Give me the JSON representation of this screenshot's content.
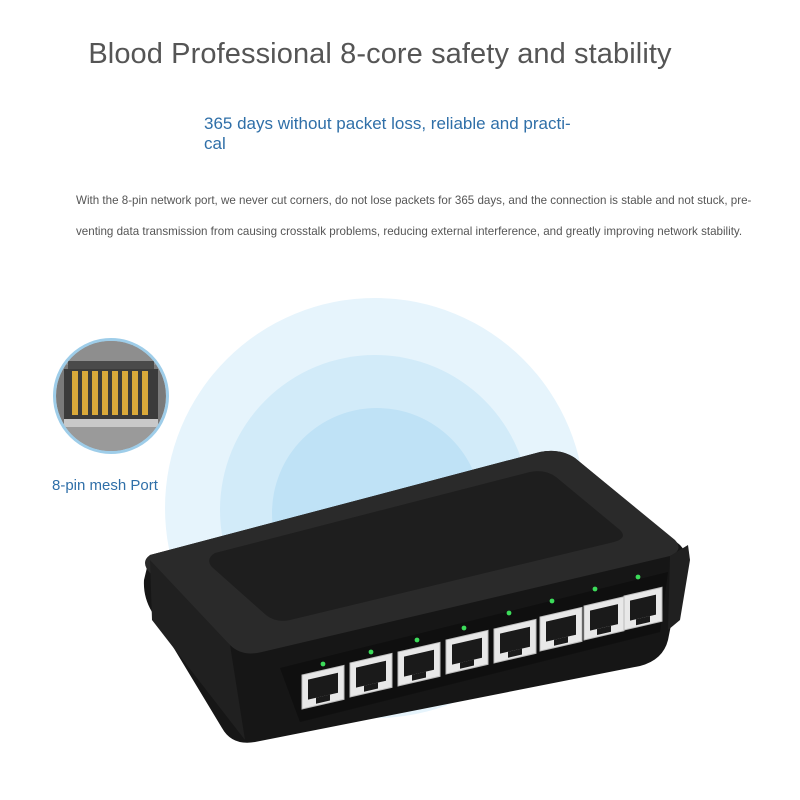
{
  "headline": "Blood Professional 8-core safety and stability",
  "subheadline": {
    "line1": "365 days without packet loss, reliable and practi-",
    "line2": "cal"
  },
  "body": {
    "line1": "With the 8-pin network port, we never cut corners, do not lose packets for 365 days, and the connection is stable and not stuck, pre-",
    "line2": "venting data transmission from causing crosstalk problems, reducing external interference, and greatly improving network stability."
  },
  "callout": "8-pin mesh Port",
  "colors": {
    "headline": "#555555",
    "accent_blue": "#2f6fa8",
    "glow": "#bfe2f6",
    "device": "#1a1a1a",
    "led": "#3cdc5a",
    "pin_gold": "#d9a93a"
  },
  "device": {
    "port_count": 8
  }
}
